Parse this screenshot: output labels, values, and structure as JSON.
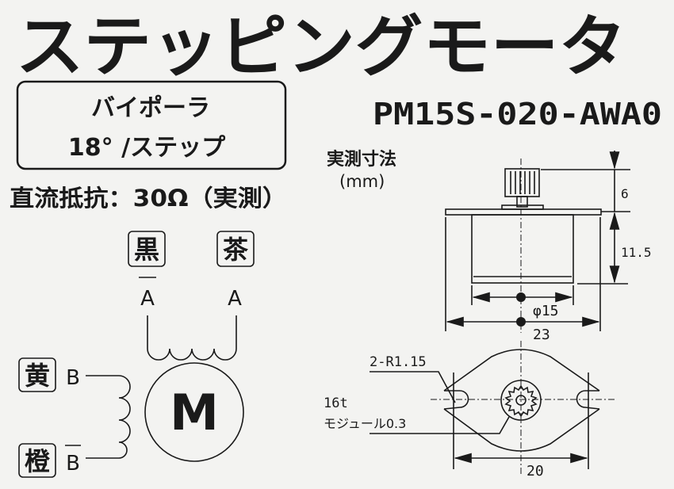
{
  "title": "ステッピングモータ",
  "spec_box": {
    "line1": "バイポーラ",
    "line2": "18° /ステップ"
  },
  "model": "PM15S-020-AWA0",
  "resistance": "直流抵抗：30Ω（実測）",
  "wiring": {
    "black": "黒",
    "brown": "茶",
    "yellow": "黄",
    "orange": "橙",
    "a_bar": "A",
    "a": "A",
    "b": "B",
    "b_bar": "B",
    "motor": "M"
  },
  "dimensions": {
    "label": "実測寸法",
    "unit": "(mm)",
    "height_knob": "6",
    "height_body": "11.5",
    "body_dia": "φ15",
    "flange_width": "23",
    "hole_radius": "2-R1.15",
    "gear_teeth": "16t",
    "gear_module": "モジュール0.3",
    "hole_spacing": "20"
  }
}
